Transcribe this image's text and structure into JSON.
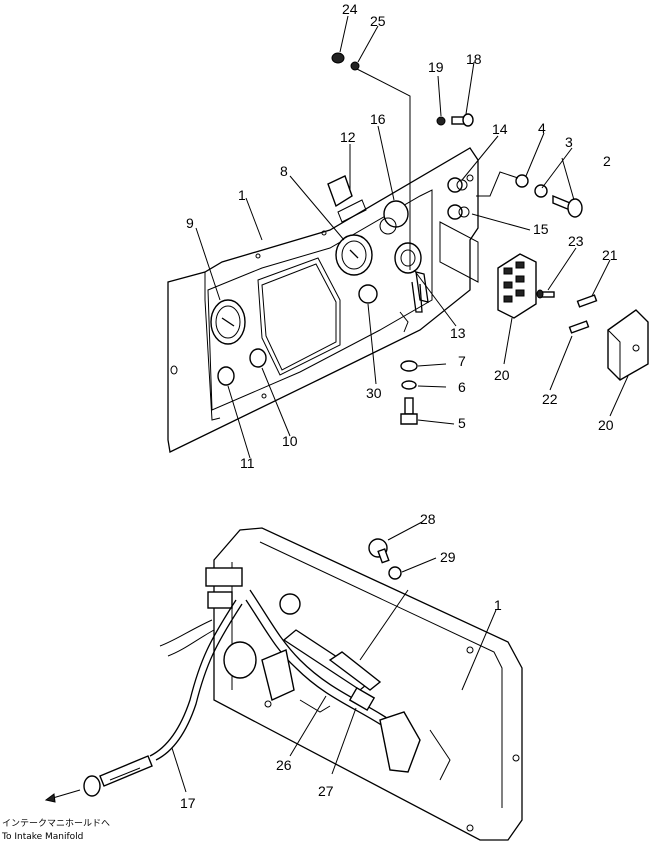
{
  "callouts": {
    "c1_top": "1",
    "c2": "2",
    "c3": "3",
    "c4": "4",
    "c5": "5",
    "c6": "6",
    "c7": "7",
    "c8": "8",
    "c9": "9",
    "c10": "10",
    "c11": "11",
    "c12": "12",
    "c13": "13",
    "c14": "14",
    "c15": "15",
    "c16": "16",
    "c17": "17",
    "c18": "18",
    "c19": "19",
    "c20_a": "20",
    "c20_b": "20",
    "c21": "21",
    "c22": "22",
    "c23": "23",
    "c24": "24",
    "c25": "25",
    "c26": "26",
    "c27": "27",
    "c28": "28",
    "c29": "29",
    "c30": "30",
    "c1_bottom": "1"
  },
  "note": {
    "line_jp": "インテークマニホールドへ",
    "line_en": "To Intake Manifold"
  }
}
